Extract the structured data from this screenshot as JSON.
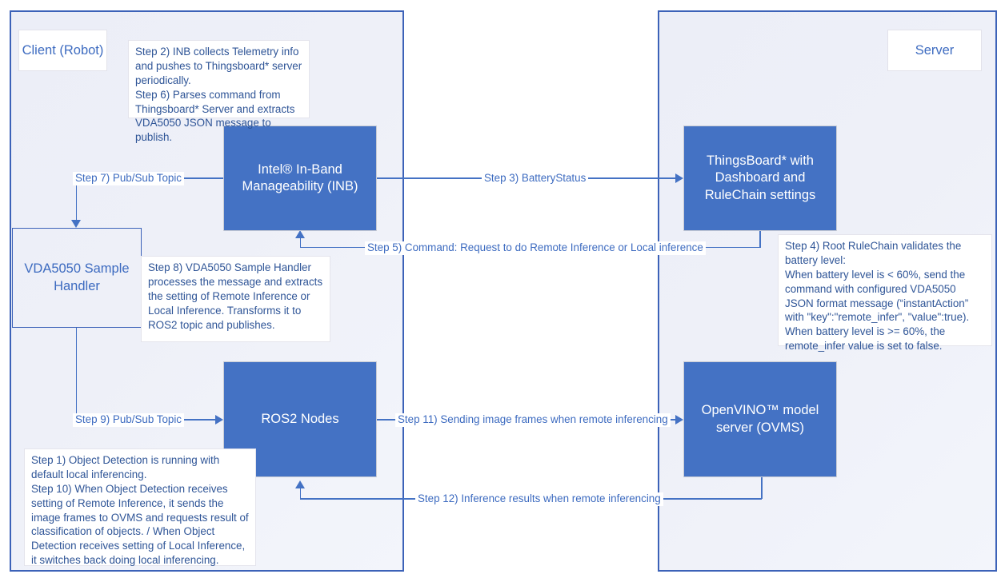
{
  "zones": {
    "client": {
      "label": "Client\n(Robot)"
    },
    "server": {
      "label": "Server"
    }
  },
  "boxes": {
    "inb": "Intel® In-Band\nManageability (INB)",
    "thingsboard": "ThingsBoard* with\nDashboard and\nRuleChain settings",
    "vda5050": "VDA5050 Sample\nHandler",
    "ros2": "ROS2 Nodes",
    "ovms": "OpenVINO™ model\nserver (OVMS)"
  },
  "notes": {
    "step2_6": "Step 2) INB collects Telemetry info and pushes to Thingsboard* server periodically.\nStep 6) Parses command from Thingsboard* Server and extracts VDA5050 JSON message to publish.",
    "step8": "Step 8) VDA5050 Sample Handler processes the message and extracts the setting of Remote Inference or Local Inference. Transforms it to ROS2 topic and publishes.",
    "step4": "Step 4) Root RuleChain validates the battery level:\nWhen battery level is < 60%, send the command with configured VDA5050 JSON format message (“instantAction” with \"key\":\"remote_infer\", \"value\":true).\nWhen battery level is >= 60%, the remote_infer value is set to false.",
    "step1_10": "Step 1) Object Detection is running with default local inferencing.\nStep 10) When Object Detection receives setting of Remote Inference, it sends the image frames to OVMS and requests result of classification of objects. / When Object Detection receives setting of Local Inference, it switches back doing local inferencing."
  },
  "connectors": {
    "step3": "Step 3) BatteryStatus",
    "step5": "Step 5) Command:  Request to do Remote Inference or Local inference",
    "step7": "Step 7) Pub/Sub Topic",
    "step9": "Step 9) Pub/Sub Topic",
    "step11": "Step 11) Sending image frames when remote inferencing",
    "step12": "Step 12) Inference results when remote inferencing"
  },
  "colors": {
    "accent_fill": "#4472C4",
    "accent_border": "#3C62B8",
    "text_blue": "#2F5597",
    "zone_bg": "#eceef7"
  }
}
